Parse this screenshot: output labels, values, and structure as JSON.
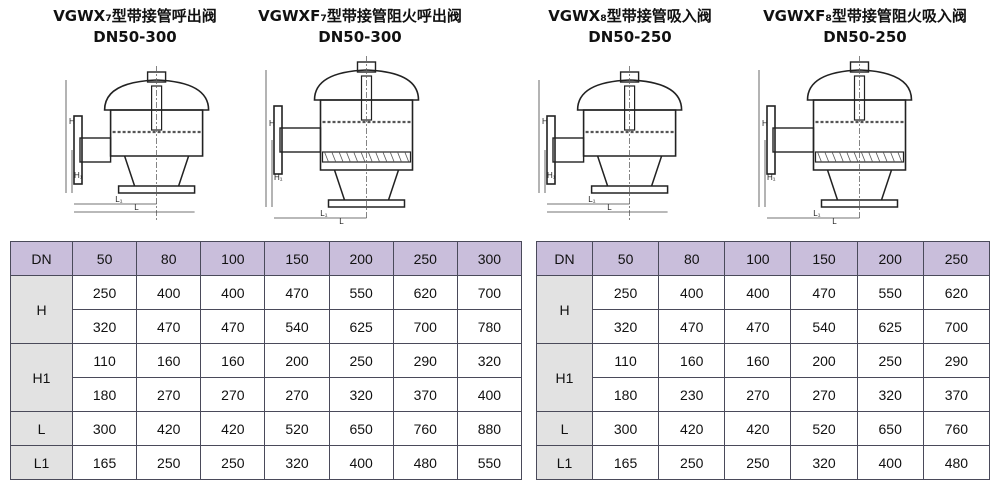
{
  "captions": [
    {
      "line1": "VGWX₇型带接管呼出阀",
      "line2": "DN50-300"
    },
    {
      "line1": "VGWXF₇型带接管阻火呼出阀",
      "line2": "DN50-300"
    },
    {
      "line1": "VGWX₈型带接管吸入阀",
      "line2": "DN50-250"
    },
    {
      "line1": "VGWXF₈型带接管阻火吸入阀",
      "line2": "DN50-250"
    }
  ],
  "dimension_labels": {
    "H": "H",
    "H1": "H₁",
    "L": "L",
    "L1": "L₁"
  },
  "colors": {
    "header_bg": "#c9bedb",
    "rowhead_bg": "#e2e2e2",
    "border": "#4a4a5a",
    "drawing_line": "#222222",
    "hatch": "#555555"
  },
  "left_table": {
    "header_label": "DN",
    "dn": [
      "50",
      "80",
      "100",
      "150",
      "200",
      "250",
      "300"
    ],
    "groups": [
      {
        "label": "H",
        "rows": [
          [
            "250",
            "400",
            "400",
            "470",
            "550",
            "620",
            "700"
          ],
          [
            "320",
            "470",
            "470",
            "540",
            "625",
            "700",
            "780"
          ]
        ]
      },
      {
        "label": "H1",
        "rows": [
          [
            "110",
            "160",
            "160",
            "200",
            "250",
            "290",
            "320"
          ],
          [
            "180",
            "270",
            "270",
            "270",
            "320",
            "370",
            "400"
          ]
        ]
      },
      {
        "label": "L",
        "rows": [
          [
            "300",
            "420",
            "420",
            "520",
            "650",
            "760",
            "880"
          ]
        ]
      },
      {
        "label": "L1",
        "rows": [
          [
            "165",
            "250",
            "250",
            "320",
            "400",
            "480",
            "550"
          ]
        ]
      }
    ]
  },
  "right_table": {
    "header_label": "DN",
    "dn": [
      "50",
      "80",
      "100",
      "150",
      "200",
      "250"
    ],
    "groups": [
      {
        "label": "H",
        "rows": [
          [
            "250",
            "400",
            "400",
            "470",
            "550",
            "620"
          ],
          [
            "320",
            "470",
            "470",
            "540",
            "625",
            "700"
          ]
        ]
      },
      {
        "label": "H1",
        "rows": [
          [
            "110",
            "160",
            "160",
            "200",
            "250",
            "290"
          ],
          [
            "180",
            "230",
            "270",
            "270",
            "320",
            "370"
          ]
        ]
      },
      {
        "label": "L",
        "rows": [
          [
            "300",
            "420",
            "420",
            "520",
            "650",
            "760"
          ]
        ]
      },
      {
        "label": "L1",
        "rows": [
          [
            "165",
            "250",
            "250",
            "320",
            "400",
            "480"
          ]
        ]
      }
    ]
  }
}
